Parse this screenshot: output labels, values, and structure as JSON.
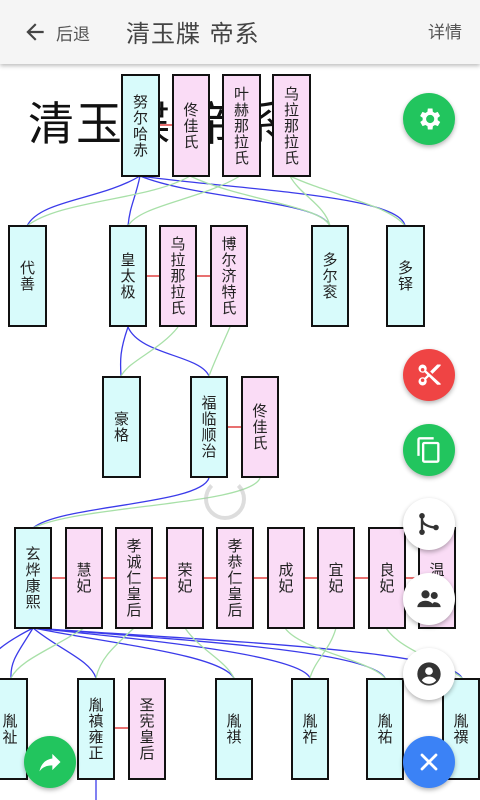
{
  "header": {
    "back_label": "后退",
    "title": "清玉牒 帝系",
    "detail_label": "详情"
  },
  "canvas": {
    "heading": "清玉牒 帝系"
  },
  "tree": {
    "gen1": [
      "努尔哈赤",
      "佟佳氏",
      "叶赫那拉氏",
      "乌拉那拉氏"
    ],
    "gen2": [
      "代善",
      "皇太极",
      "乌拉那拉氏",
      "博尔济特氏",
      "多尔衮",
      "多铎"
    ],
    "gen3": [
      "豪格",
      "福临顺治",
      "佟佳氏"
    ],
    "gen4": [
      "玄烨康熙",
      "慧妃",
      "孝诚仁皇后",
      "荣妃",
      "孝恭仁皇后",
      "成妃",
      "宜妃",
      "良妃",
      "温僖"
    ],
    "gen5": [
      "胤祉",
      "胤禛雍正",
      "圣宪皇后",
      "胤祺",
      "胤祚",
      "胤祐",
      "胤禩"
    ]
  },
  "colors": {
    "male": "#d8fbfb",
    "female": "#fadcf6",
    "line_blue": "#3b3bea",
    "line_green": "#a8e0a8",
    "line_red": "#e04040"
  },
  "fabs": [
    "settings-icon",
    "scissors-icon",
    "copy-icon",
    "branch-icon",
    "people-icon",
    "account-icon",
    "share-icon",
    "close-icon"
  ]
}
